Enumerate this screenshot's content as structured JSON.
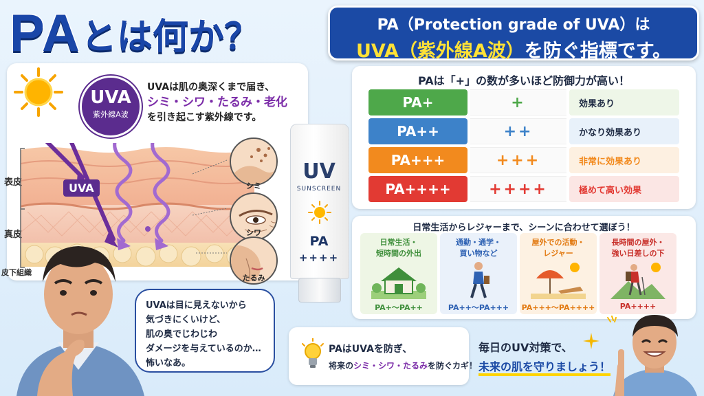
{
  "title": {
    "pa": "PA",
    "rest": "とは何か？"
  },
  "banner": {
    "line1": "PA（Protection grade of UVA）は",
    "line2_highlight": "UVA（紫外線A波）",
    "line2_rest": "を防ぐ指標です。"
  },
  "uva_badge": {
    "title": "UVA",
    "subtitle": "紫外線A波"
  },
  "description": {
    "line1": "UVAは肌の奥深くまで届き、",
    "line2": "シミ・シワ・たるみ・老化",
    "line3": "を引き起こす紫外線です。"
  },
  "skin": {
    "layers": [
      "表皮",
      "真皮",
      "皮下組織"
    ],
    "uva_tag": "UVA",
    "effects": [
      "シミ",
      "シワ",
      "たるみ"
    ]
  },
  "tube": {
    "brand": "UV",
    "subtitle": "SUNSCREEN",
    "pa": "PA",
    "plus": "++++"
  },
  "pa_table": {
    "header": "PAは「+」の数が多いほど防御力が高い！",
    "rows": [
      {
        "label": "PA+",
        "plus": "+",
        "effect": "効果あり",
        "color": "#4ea84a",
        "bg": "#eef6e8"
      },
      {
        "label": "PA++",
        "plus": "++",
        "effect": "かなり効果あり",
        "color": "#3d82c9",
        "bg": "#e8f1fa"
      },
      {
        "label": "PA+++",
        "plus": "+++",
        "effect": "非常に効果あり",
        "color": "#f28a1e",
        "bg": "#fdf0e1"
      },
      {
        "label": "PA++++",
        "plus": "++++",
        "effect": "極めて高い効果",
        "color": "#e23a33",
        "bg": "#fbe6e4"
      }
    ]
  },
  "scenes": {
    "header": "日常生活からレジャーまで、シーンに合わせて選ぼう！",
    "cards": [
      {
        "title1": "日常生活・",
        "title2": "短時間の外出",
        "range": "PA+〜PA++",
        "color": "#3f8f3b",
        "bg": "#eef6e5",
        "icon": "house-icon"
      },
      {
        "title1": "通勤・通学・",
        "title2": "買い物など",
        "range": "PA++〜PA+++",
        "color": "#2f62b3",
        "bg": "#eaf1fa",
        "icon": "walker-icon"
      },
      {
        "title1": "屋外での活動・",
        "title2": "レジャー",
        "range": "PA+++〜PA++++",
        "color": "#e27a12",
        "bg": "#fdf1e2",
        "icon": "beach-icon"
      },
      {
        "title1": "長時間の屋外・",
        "title2": "強い日差しの下",
        "range": "PA++++",
        "color": "#c8302a",
        "bg": "#fbe8e6",
        "icon": "hiker-icon"
      }
    ]
  },
  "bubble": {
    "line1": "UVAは目に見えないから",
    "line2": "気づきにくいけど、",
    "line3": "肌の奥でじわじわ",
    "line4": "ダメージを与えているのか…",
    "line5": "怖いなあ。"
  },
  "footer": {
    "line1": "PAはUVAを防ぎ、",
    "line2_pre": "将来の",
    "line2_hl": "シミ・シワ・たるみ",
    "line2_post": "を防ぐカギ！",
    "final1": "毎日のUV対策で、",
    "final2": "未来の肌を守りましょう！"
  }
}
